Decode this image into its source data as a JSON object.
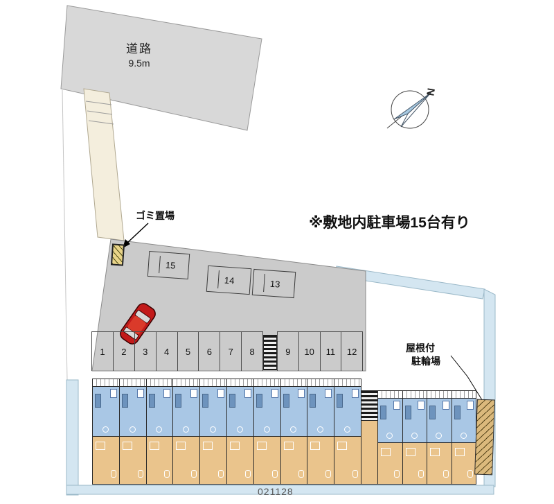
{
  "labels": {
    "road": "道路",
    "road_width": "9.5m",
    "note": "※敷地内駐車場15台有り",
    "garbage": "ゴミ置場",
    "bike1": "屋根付",
    "bike2": "駐輪場",
    "plan_no": "021128",
    "compass_n": "N"
  },
  "parking": {
    "top_space": "15",
    "mid_spaces": [
      "14",
      "13"
    ],
    "left_spaces": [
      "1",
      "2",
      "3",
      "4",
      "5",
      "6",
      "7",
      "8"
    ],
    "right_spaces": [
      "9",
      "10",
      "11",
      "12"
    ]
  },
  "buildings": {
    "left_units": 10,
    "right_units": 4
  },
  "colors": {
    "road": "#d8d8d8",
    "parking_lot": "#cbcbcb",
    "path_strip": "#d4e6f1",
    "approach_path": "#f4eedd",
    "unit_blue": "#a9c7e5",
    "unit_tan": "#eac48c",
    "car_red": "#c21a1a",
    "garbage_yellow": "#e9d489",
    "bike_tan": "#dbb97c"
  }
}
